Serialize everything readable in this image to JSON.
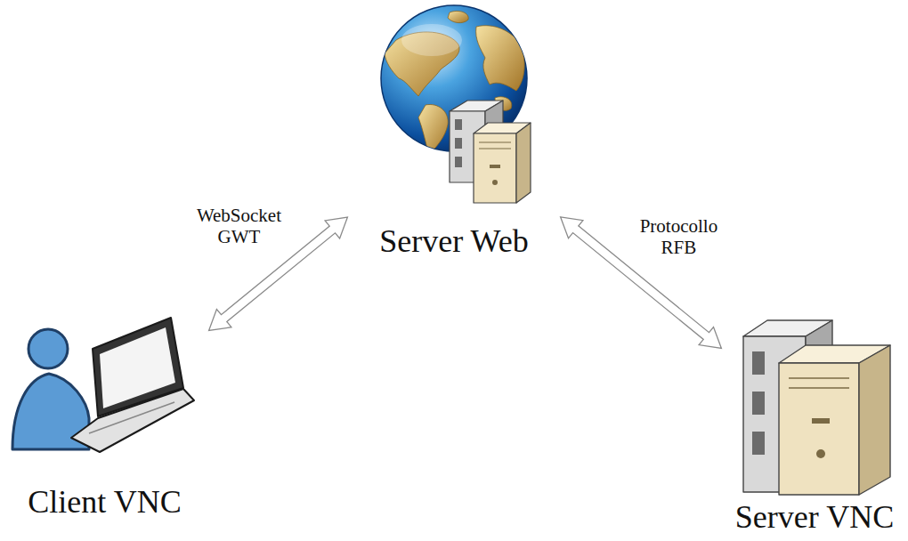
{
  "diagram": {
    "nodes": [
      {
        "text": [
          "Server Web"
        ]
      },
      {
        "text": [
          "Client VNC"
        ]
      },
      {
        "text": [
          "Server VNC"
        ]
      }
    ],
    "edges": [
      {
        "from": 1,
        "to": 0,
        "label": "WebSocket GWT",
        "arrow": "both"
      },
      {
        "from": 0,
        "to": 2,
        "label": "Protocollo RFB",
        "arrow": "both"
      }
    ]
  }
}
